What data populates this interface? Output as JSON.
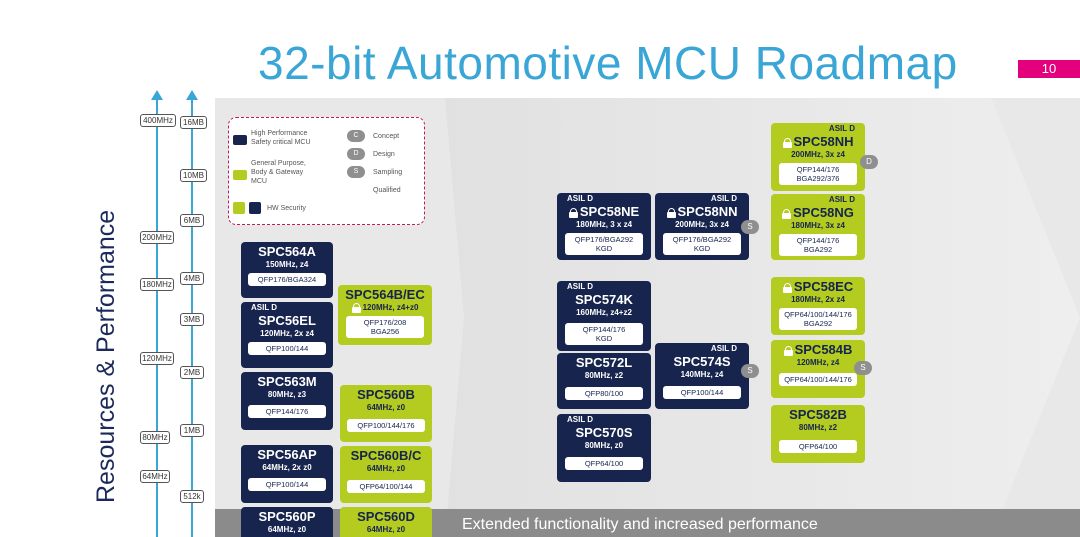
{
  "title": "32-bit Automotive MCU Roadmap",
  "page_number": "10",
  "y_axis_label": "Resources & Performance",
  "axis_freq": [
    "400MHz",
    "200MHz",
    "180MHz",
    "120MHz",
    "80MHz",
    "64MHz"
  ],
  "axis_mem": [
    "16MB",
    "10MB",
    "6MB",
    "4MB",
    "3MB",
    "2MB",
    "1MB",
    "512k"
  ],
  "legend": {
    "high_perf": "High Performance\nSafety critical MCU",
    "general": "General Purpose,\nBody & Gateway\nMCU",
    "hw_security": "HW Security",
    "concept_letter": "C",
    "concept": "Concept",
    "design_letter": "D",
    "design": "Design",
    "sampling_letter": "S",
    "sampling": "Sampling",
    "qualified": "Qualified"
  },
  "bottom_band": "Extended functionality and increased performance",
  "chips": {
    "spc564a": {
      "name": "SPC564A",
      "spec": "150MHz, z4",
      "pkg": "QFP176/BGA324"
    },
    "spc56el": {
      "asil": "ASIL D",
      "name": "SPC56EL",
      "spec": "120MHz, 2x z4",
      "pkg": "QFP100/144"
    },
    "spc563m": {
      "name": "SPC563M",
      "spec": "80MHz, z3",
      "pkg": "QFP144/176"
    },
    "spc56ap": {
      "name": "SPC56AP",
      "spec": "64MHz, 2x z0",
      "pkg": "QFP100/144"
    },
    "spc560p": {
      "name": "SPC560P",
      "spec": "64MHz, z0"
    },
    "spc564bec": {
      "name": "SPC564B/EC",
      "spec": "120MHz, z4+z0",
      "pkg": "QFP176/208\nBGA256"
    },
    "spc560b": {
      "name": "SPC560B",
      "spec": "64MHz, z0",
      "pkg": "QFP100/144/176"
    },
    "spc560bc": {
      "name": "SPC560B/C",
      "spec": "64MHz, z0",
      "pkg": "QFP64/100/144"
    },
    "spc560d": {
      "name": "SPC560D",
      "spec": "64MHz, z0"
    },
    "spc58ne": {
      "asil": "ASIL D",
      "name": "SPC58NE",
      "spec": "180MHz, 3 x z4",
      "pkg": "QFP176/BGA292\nKGD"
    },
    "spc58nn": {
      "asil": "ASIL D",
      "name": "SPC58NN",
      "spec": "200MHz, 3x z4",
      "pkg": "QFP176/BGA292\nKGD",
      "badge": "S"
    },
    "spc574k": {
      "asil": "ASIL D",
      "name": "SPC574K",
      "spec": "160MHz, z4+z2",
      "pkg": "QFP144/176\nKGD"
    },
    "spc572l": {
      "name": "SPC572L",
      "spec": "80MHz, z2",
      "pkg": "QFP80/100"
    },
    "spc574s": {
      "asil": "ASIL D",
      "name": "SPC574S",
      "spec": "140MHz, z4",
      "pkg": "QFP100/144",
      "badge": "S"
    },
    "spc570s": {
      "asil": "ASIL D",
      "name": "SPC570S",
      "spec": "80MHz, z0",
      "pkg": "QFP64/100"
    },
    "spc58nh": {
      "asil": "ASIL D",
      "name": "SPC58NH",
      "spec": "200MHz, 3x z4",
      "pkg": "QFP144/176\nBGA292/376",
      "badge": "D"
    },
    "spc58ng": {
      "asil": "ASIL D",
      "name": "SPC58NG",
      "spec": "180MHz, 3x z4",
      "pkg": "QFP144/176\nBGA292"
    },
    "spc58ec": {
      "name": "SPC58EC",
      "spec": "180MHz, 2x z4",
      "pkg": "QFP64/100/144/176\nBGA292"
    },
    "spc584b": {
      "name": "SPC584B",
      "spec": "120MHz, z4",
      "pkg": "QFP64/100/144/176",
      "badge": "S"
    },
    "spc582b": {
      "name": "SPC582B",
      "spec": "80MHz, z2",
      "pkg": "QFP64/100"
    }
  },
  "colors": {
    "dark_chip": "#16244e",
    "lime_chip": "#b3cc1f",
    "title": "#3aa6d6",
    "accent": "#e4007c"
  }
}
